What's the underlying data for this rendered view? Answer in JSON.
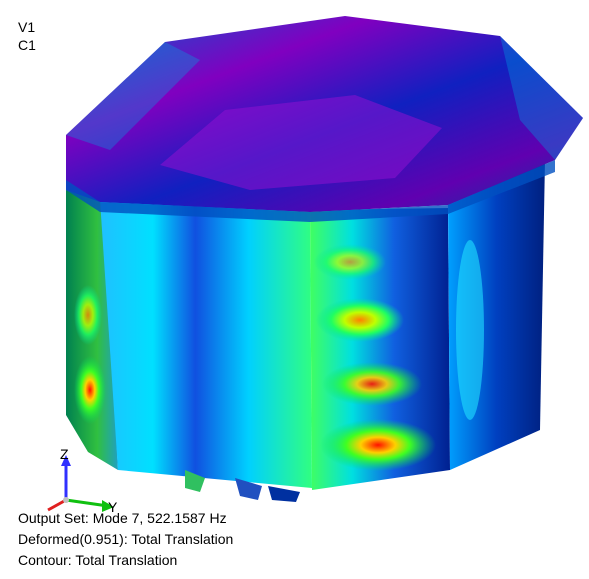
{
  "viewport": {
    "view_label": "V1",
    "contour_label": "C1"
  },
  "triad": {
    "z_label": "Z",
    "y_label": "Y"
  },
  "status": {
    "output_set": "Output Set: Mode 7, 522.1587 Hz",
    "deformed": "Deformed(0.951): Total Translation",
    "contour": "Contour: Total Translation"
  },
  "colors": {
    "background": "#ffffff",
    "contour_low": "#0000a0",
    "contour_mid": "#00ff40",
    "contour_high": "#ff2000",
    "contour_peak": "#e000e0"
  }
}
